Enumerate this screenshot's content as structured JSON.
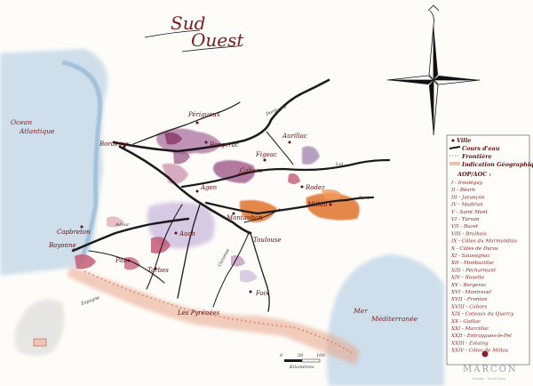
{
  "title": {
    "line1": "Sud",
    "line2": "Ouest"
  },
  "seas": [
    {
      "id": "atlantic",
      "lines": [
        "Ocean",
        "Atlantique"
      ]
    },
    {
      "id": "med",
      "lines": [
        "Mer",
        "Méditerranée"
      ]
    }
  ],
  "cities": [
    {
      "id": "perigueux",
      "label": "Périgueux"
    },
    {
      "id": "bergerac",
      "label": "Bergerac"
    },
    {
      "id": "bordeaux",
      "label": "Bordeaux"
    },
    {
      "id": "aurillac",
      "label": "Aurillac"
    },
    {
      "id": "figeac",
      "label": "Figeac"
    },
    {
      "id": "cahors",
      "label": "Cahors"
    },
    {
      "id": "rodez",
      "label": "Rodez"
    },
    {
      "id": "agen",
      "label": "Agen"
    },
    {
      "id": "millau",
      "label": "Millau"
    },
    {
      "id": "montauban",
      "label": "Montauban"
    },
    {
      "id": "toulouse",
      "label": "Toulouse"
    },
    {
      "id": "auch",
      "label": "Auch"
    },
    {
      "id": "capbreton",
      "label": "Capbreton"
    },
    {
      "id": "bayonne",
      "label": "Bayonne"
    },
    {
      "id": "pau",
      "label": "Pau"
    },
    {
      "id": "tarbes",
      "label": "Tarbes"
    },
    {
      "id": "foix",
      "label": "Foix"
    }
  ],
  "rivers": [
    {
      "id": "dordogne",
      "label": "Dordogne"
    },
    {
      "id": "lot",
      "label": "Lot"
    },
    {
      "id": "tarn",
      "label": "Tarn"
    },
    {
      "id": "adour",
      "label": "Adour"
    },
    {
      "id": "garonne",
      "label": "Garonne"
    }
  ],
  "mountains": {
    "label": "Les Pyrénées"
  },
  "country": {
    "label": "Espagne"
  },
  "scale": {
    "ticks": [
      "0",
      "50",
      "100"
    ],
    "unit": "Kilomètres"
  },
  "legend": {
    "items": [
      "Ville",
      "Cours d'eau",
      "Frontière",
      "Indication Géographique"
    ],
    "aop_title": "AOP/AOC :",
    "aop": [
      "I - Irouléguy",
      "II - Béarn",
      "III - Jurançon",
      "IV - Madiran",
      "V - Saint Mont",
      "VI - Tursan",
      "VII - Buzet",
      "VIII - Brulhois",
      "IX - Côtes du Marmandais",
      "X - Côtes de Duras",
      "XI - Saussignac",
      "XII - Monbazillac",
      "XIII - Pécharmant",
      "XIV - Rosette",
      "XV - Bergerac",
      "XVI - Montravel",
      "XVII - Fronton",
      "XVIII - Cahors",
      "XIX - Coteaux du Quercy",
      "XX - Gaillac",
      "XXI - Marcillac",
      "XXII - Entraygues-le-Fel",
      "XXIII - Estaing",
      "XXIV - Côtes de Millau"
    ]
  },
  "brand": {
    "name": "MARCON",
    "tagline": "Cavalier · Vin de Sens"
  },
  "colors": {
    "sea": "#a9c7e2",
    "river": "#1a1a1a",
    "text": "#7a1e1e",
    "pyrenees": "#e8a48a",
    "wine_purple": "#b07aa6",
    "wine_pink": "#c45c78",
    "wine_orange": "#e0732e",
    "wine_lavender": "#c9b8dc"
  }
}
